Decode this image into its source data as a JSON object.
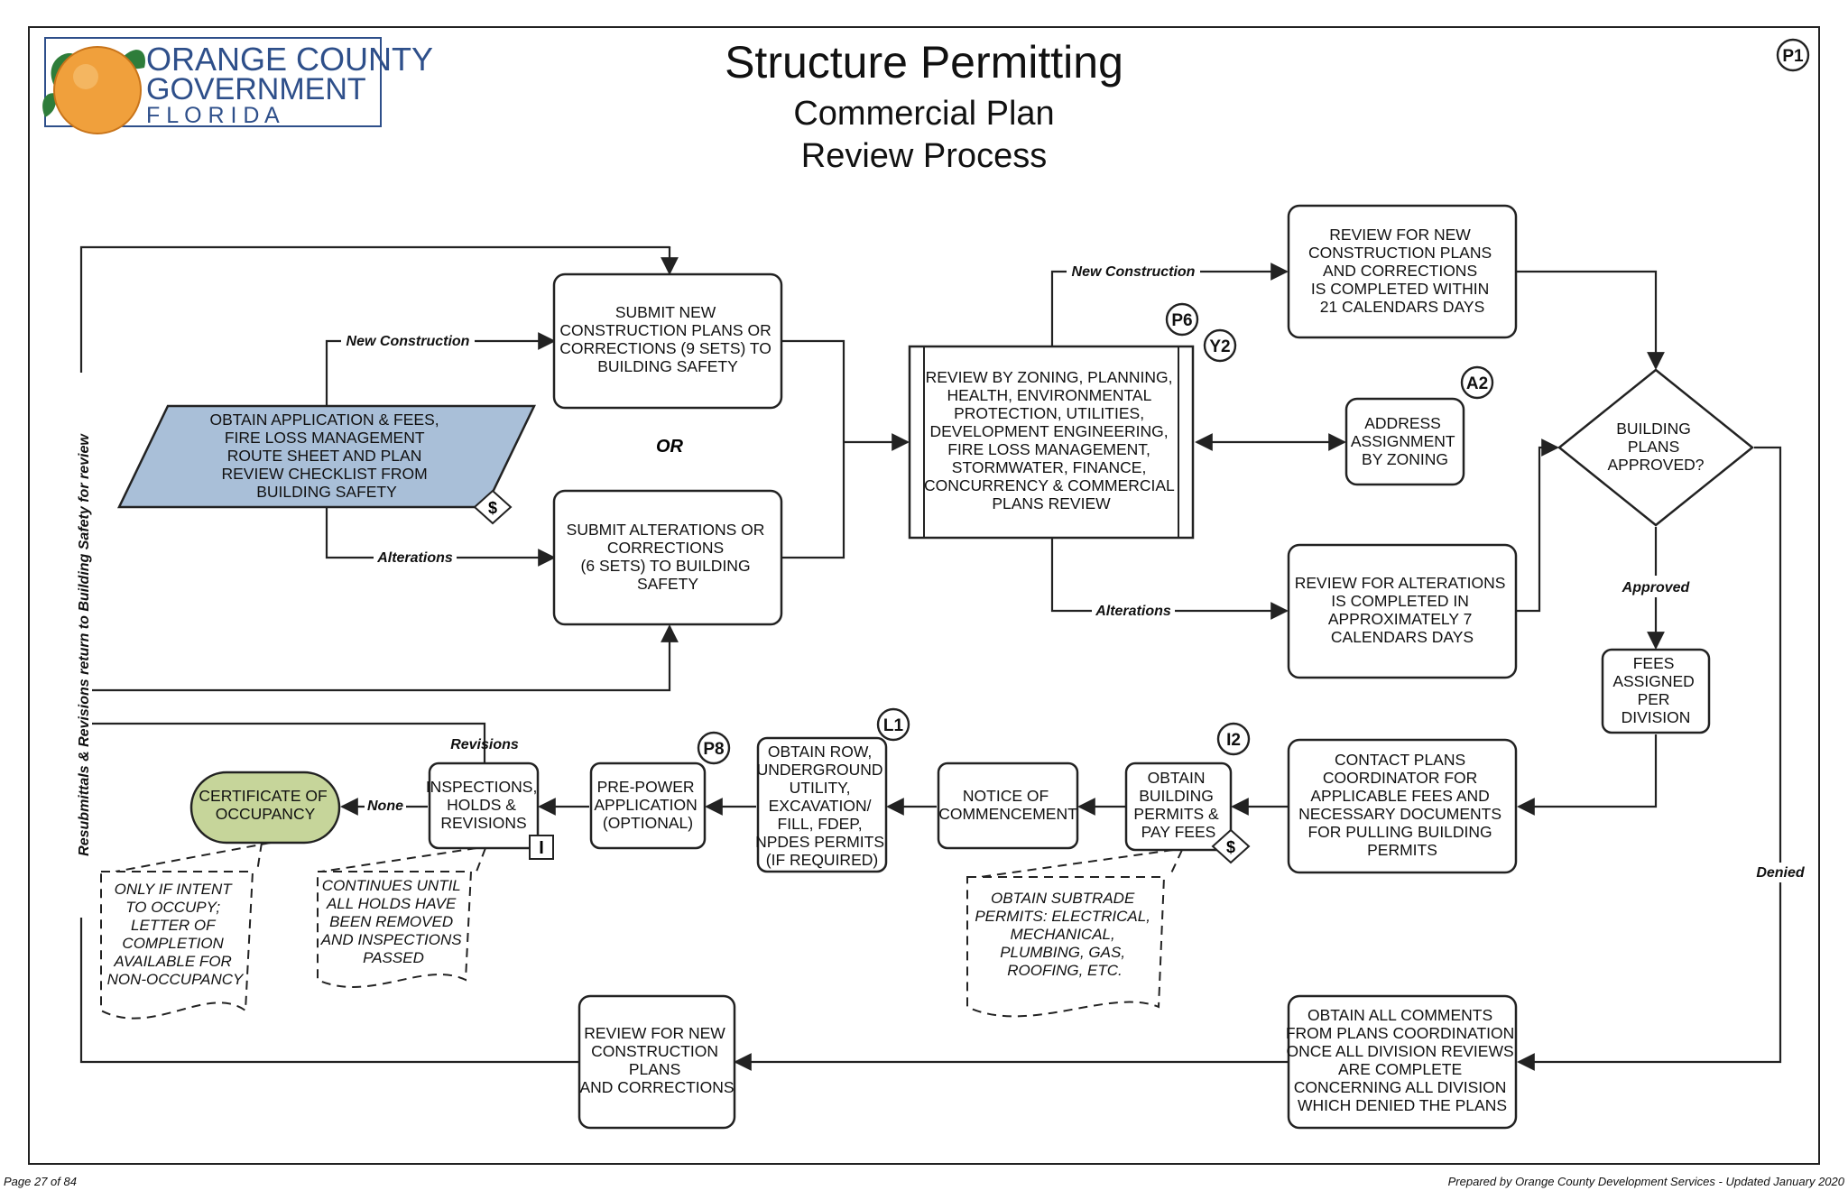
{
  "header": {
    "logo": {
      "line1": "ORANGE COUNTY",
      "line2": "GOVERNMENT",
      "line3": "F L O R I D A"
    },
    "title": "Structure Permitting",
    "subtitle_line1": "Commercial Plan",
    "subtitle_line2": "Review Process",
    "page_code": "P1"
  },
  "nodes": {
    "obtain_application": [
      "OBTAIN APPLICATION & FEES,",
      "FIRE LOSS MANAGEMENT",
      "ROUTE SHEET AND PLAN",
      "REVIEW CHECKLIST FROM",
      "BUILDING SAFETY"
    ],
    "submit_new": [
      "SUBMIT NEW",
      "CONSTRUCTION PLANS OR",
      "CORRECTIONS (9 SETS) TO",
      "BUILDING SAFETY"
    ],
    "or_text": "OR",
    "submit_alterations": [
      "SUBMIT ALTERATIONS OR",
      "CORRECTIONS",
      "(6 SETS) TO BUILDING",
      "SAFETY"
    ],
    "review_zoning": [
      "REVIEW BY ZONING, PLANNING,",
      "HEALTH, ENVIRONMENTAL",
      "PROTECTION, UTILITIES,",
      "DEVELOPMENT ENGINEERING,",
      "FIRE LOSS MANAGEMENT,",
      "STORMWATER, FINANCE,",
      "CONCURRENCY & COMMERCIAL",
      "PLANS REVIEW"
    ],
    "review_new_21": [
      "REVIEW FOR NEW",
      "CONSTRUCTION PLANS",
      "AND CORRECTIONS",
      "IS COMPLETED WITHIN",
      "21 CALENDARS DAYS"
    ],
    "address_assignment": [
      "ADDRESS",
      "ASSIGNMENT",
      "BY ZONING"
    ],
    "review_alterations_7": [
      "REVIEW FOR ALTERATIONS",
      "IS COMPLETED IN",
      "APPROXIMATELY 7",
      "CALENDARS DAYS"
    ],
    "building_plans_approved": [
      "BUILDING",
      "PLANS",
      "APPROVED?"
    ],
    "fees_assigned": [
      "FEES",
      "ASSIGNED",
      "PER",
      "DIVISION"
    ],
    "contact_coordinator": [
      "CONTACT PLANS",
      "COORDINATOR FOR",
      "APPLICABLE FEES AND",
      "NECESSARY DOCUMENTS",
      "FOR PULLING BUILDING",
      "PERMITS"
    ],
    "obtain_permits": [
      "OBTAIN",
      "BUILDING",
      "PERMITS &",
      "PAY FEES"
    ],
    "notice_commencement": [
      "NOTICE OF",
      "COMMENCEMENT"
    ],
    "obtain_row": [
      "OBTAIN ROW,",
      "UNDERGROUND",
      "UTILITY,",
      "EXCAVATION/",
      "FILL, FDEP,",
      "NPDES PERMITS",
      "(IF REQUIRED)"
    ],
    "pre_power": [
      "PRE-POWER",
      "APPLICATION",
      "(OPTIONAL)"
    ],
    "inspections": [
      "INSPECTIONS,",
      "HOLDS &",
      "REVISIONS"
    ],
    "certificate": [
      "CERTIFICATE OF",
      "OCCUPANCY"
    ],
    "obtain_comments": [
      "OBTAIN ALL COMMENTS",
      "FROM PLANS COORDINATION",
      "ONCE ALL DIVISION REVIEWS",
      "ARE COMPLETE",
      "CONCERNING ALL DIVISION",
      "WHICH DENIED THE PLANS"
    ],
    "review_new_bottom": [
      "REVIEW FOR NEW",
      "CONSTRUCTION",
      "PLANS",
      "AND CORRECTIONS"
    ]
  },
  "notes": {
    "occupy": [
      "ONLY IF INTENT",
      "TO OCCUPY;",
      "LETTER OF",
      "COMPLETION",
      "AVAILABLE FOR",
      "NON-OCCUPANCY"
    ],
    "holds": [
      "CONTINUES UNTIL",
      "ALL HOLDS HAVE",
      "BEEN REMOVED",
      "AND INSPECTIONS",
      "PASSED"
    ],
    "subtrade": [
      "OBTAIN SUBTRADE",
      "PERMITS: ELECTRICAL,",
      "MECHANICAL,",
      "PLUMBING, GAS,",
      "ROOFING, ETC."
    ]
  },
  "labels": {
    "new_construction_left": "New Construction",
    "alterations_left": "Alterations",
    "new_construction_right": "New Construction",
    "alterations_right": "Alterations",
    "approved": "Approved",
    "denied": "Denied",
    "none": "None",
    "revisions": "Revisions",
    "resubmittals": "Resubmittals & Revisions return to Building Safety for review"
  },
  "badges": {
    "p6": "P6",
    "y2": "Y2",
    "a2": "A2",
    "l1": "L1",
    "p8": "P8",
    "i2": "I2",
    "inspect_marker": "I",
    "fee_marker_1": "$",
    "fee_marker_2": "$"
  },
  "footer": {
    "page_number": "Page 27 of 84",
    "prepared_by": "Prepared by Orange County Development Services - Updated January 2020"
  },
  "colors": {
    "application_fill": "#a9bfd8",
    "certificate_fill": "#c6d59a",
    "orange": "#f0a03c",
    "leaf": "#2e7d3a",
    "logo_text": "#2e4f8a"
  }
}
